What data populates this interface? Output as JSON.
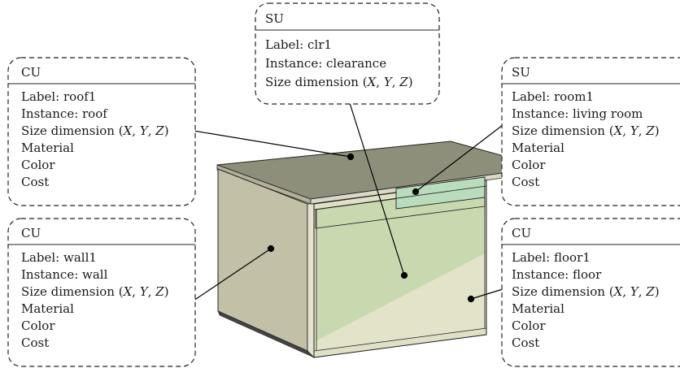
{
  "units": {
    "roof": {
      "type": "CU",
      "label": "Label: roof1",
      "instance": "Instance: roof",
      "size_prefix": "Size dimension (",
      "size_suffix": ")",
      "material": "Material",
      "color": "Color",
      "cost": "Cost"
    },
    "wall": {
      "type": "CU",
      "label": "Label: wall1",
      "instance": "Instance: wall",
      "size_prefix": "Size dimension (",
      "size_suffix": ")",
      "material": "Material",
      "color": "Color",
      "cost": "Cost"
    },
    "clearance": {
      "type": "SU",
      "label": "Label: clr1",
      "instance": "Instance: clearance",
      "size_prefix": "Size dimension (",
      "size_suffix": ")"
    },
    "room": {
      "type": "SU",
      "label": "Label: room1",
      "instance": "Instance: living room",
      "size_prefix": "Size dimension (",
      "size_suffix": ")",
      "material": "Material",
      "color": "Color",
      "cost": "Cost"
    },
    "floor": {
      "type": "CU",
      "label": "Label: floor1",
      "instance": "Instance: floor",
      "size_prefix": "Size dimension (",
      "size_suffix": ")",
      "material": "Material",
      "color": "Color",
      "cost": "Cost"
    }
  },
  "axes": {
    "x": "X",
    "y": "Y",
    "z": "Z",
    "sep": ", "
  },
  "colors": {
    "roof": "#8e8f7a",
    "wall_side": "#c2c0a6",
    "interior_back": "#c8d9b0",
    "interior_floor": "#e2e3c9",
    "clearance": "#b9dcbc",
    "edge": "#222222"
  }
}
